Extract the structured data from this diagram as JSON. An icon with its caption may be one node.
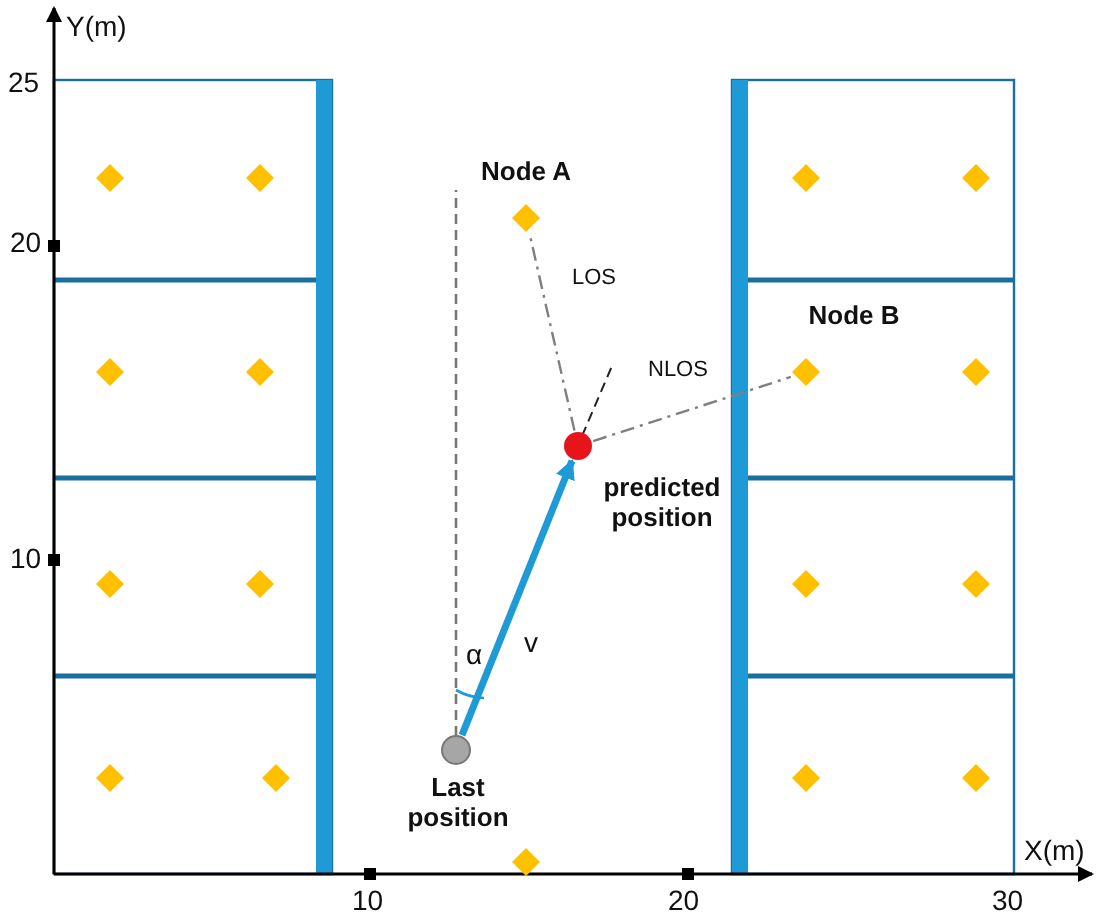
{
  "diagram": {
    "nodes": [
      {
        "text": [
          "Node A"
        ]
      },
      {
        "text": [
          "Node B"
        ]
      },
      {
        "text": [
          "predicted position"
        ]
      },
      {
        "text": [
          "Last position"
        ]
      },
      {
        "text": [],
        "shape": "diamond"
      },
      {
        "text": [],
        "shape": "diamond"
      },
      {
        "text": [],
        "shape": "diamond"
      },
      {
        "text": [],
        "shape": "diamond"
      },
      {
        "text": [],
        "shape": "diamond"
      },
      {
        "text": [],
        "shape": "diamond"
      },
      {
        "text": [],
        "shape": "diamond"
      },
      {
        "text": [],
        "shape": "diamond"
      },
      {
        "text": [],
        "shape": "diamond"
      },
      {
        "text": [],
        "shape": "diamond"
      },
      {
        "text": [],
        "shape": "diamond"
      },
      {
        "text": [],
        "shape": "diamond"
      },
      {
        "text": [],
        "shape": "diamond"
      },
      {
        "text": [],
        "shape": "diamond"
      },
      {
        "text": [],
        "shape": "diamond"
      },
      {
        "text": [],
        "shape": "diamond"
      }
    ],
    "edges": [
      {
        "from": 3,
        "to": 2,
        "arrow": "to",
        "label": "v",
        "color": "#1e9ad6",
        "style": "thick"
      },
      {
        "from": 2,
        "to": 0,
        "arrow": "none",
        "label": "LOS",
        "style": "dashed"
      },
      {
        "from": 2,
        "to": 1,
        "arrow": "none",
        "label": "NLOS",
        "style": "dashed"
      }
    ],
    "labels": [
      "Y(m)",
      "25",
      "20",
      "10",
      "α",
      "10",
      "20",
      "30",
      "X(m)"
    ]
  }
}
